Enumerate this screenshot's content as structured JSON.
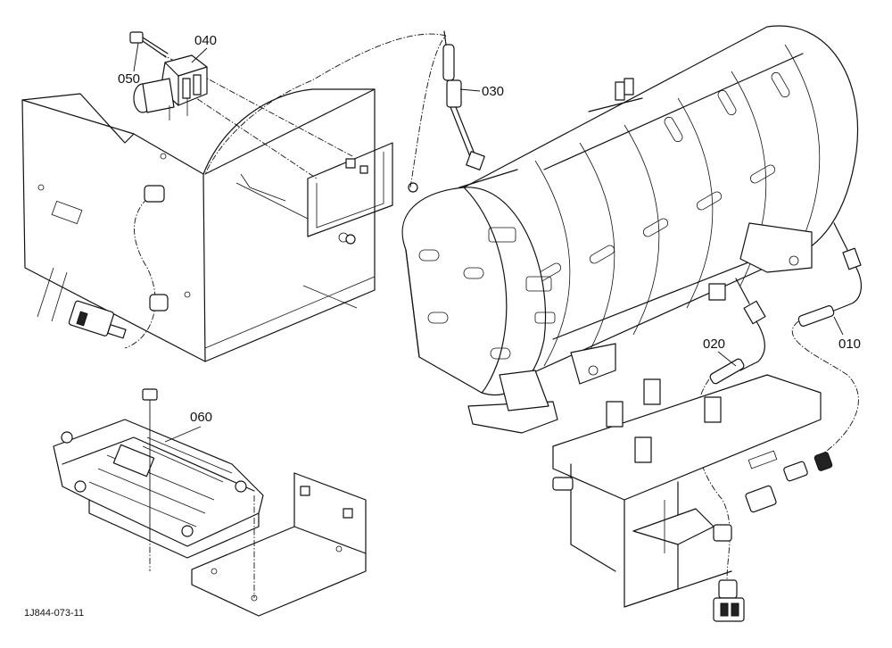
{
  "callouts": {
    "c010": "010",
    "c020": "020",
    "c030": "030",
    "c040": "040",
    "c050": "050",
    "c060": "060"
  },
  "drawing_code": "1J844-073-11",
  "colors": {
    "line": "#111111",
    "background": "#ffffff"
  }
}
